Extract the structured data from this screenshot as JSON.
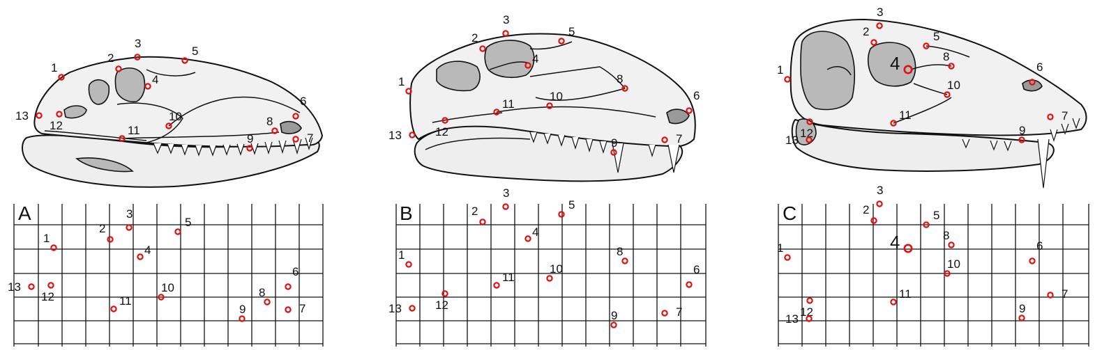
{
  "panels": [
    {
      "letter": "A",
      "landmarks": [
        {
          "label": "1",
          "skull": [
            88,
            111
          ],
          "grid": [
            77,
            356
          ]
        },
        {
          "label": "2",
          "skull": [
            170,
            99
          ],
          "grid": [
            158,
            344
          ]
        },
        {
          "label": "3",
          "skull": [
            197,
            82
          ],
          "grid": [
            185,
            327
          ]
        },
        {
          "label": "4",
          "skull": [
            212,
            124
          ],
          "grid": [
            201,
            369
          ]
        },
        {
          "label": "5",
          "skull": [
            265,
            87
          ],
          "grid": [
            255,
            333
          ]
        },
        {
          "label": "6",
          "skull": [
            424,
            167
          ],
          "grid": [
            413,
            412
          ]
        },
        {
          "label": "7",
          "skull": [
            424,
            200
          ],
          "grid": [
            413,
            445
          ]
        },
        {
          "label": "8",
          "skull": [
            394,
            188
          ],
          "grid": [
            383,
            434
          ]
        },
        {
          "label": "9",
          "skull": [
            358,
            213
          ],
          "grid": [
            347,
            458
          ]
        },
        {
          "label": "10",
          "skull": [
            242,
            181
          ],
          "grid": [
            231,
            427
          ]
        },
        {
          "label": "11",
          "skull": [
            175,
            199
          ],
          "grid": [
            163,
            444
          ]
        },
        {
          "label": "12",
          "skull": [
            85,
            164
          ],
          "grid": [
            73,
            410
          ]
        },
        {
          "label": "13",
          "skull": [
            56,
            166
          ],
          "grid": [
            45,
            412
          ]
        }
      ]
    },
    {
      "letter": "B",
      "landmarks": [
        {
          "label": "1",
          "skull": [
            586,
            131
          ],
          "grid": [
            586,
            380
          ]
        },
        {
          "label": "2",
          "skull": [
            692,
            70
          ],
          "grid": [
            692,
            319
          ]
        },
        {
          "label": "3",
          "skull": [
            725,
            48
          ],
          "grid": [
            725,
            297
          ]
        },
        {
          "label": "4",
          "skull": [
            757,
            94
          ],
          "grid": [
            757,
            343
          ]
        },
        {
          "label": "5",
          "skull": [
            805,
            59
          ],
          "grid": [
            805,
            308
          ]
        },
        {
          "label": "6",
          "skull": [
            988,
            159
          ],
          "grid": [
            988,
            409
          ]
        },
        {
          "label": "7",
          "skull": [
            953,
            201
          ],
          "grid": [
            953,
            450
          ]
        },
        {
          "label": "8",
          "skull": [
            896,
            127
          ],
          "grid": [
            896,
            375
          ]
        },
        {
          "label": "9",
          "skull": [
            880,
            219
          ],
          "grid": [
            880,
            467
          ]
        },
        {
          "label": "10",
          "skull": [
            788,
            152
          ],
          "grid": [
            788,
            400
          ]
        },
        {
          "label": "11",
          "skull": [
            712,
            161
          ],
          "grid": [
            712,
            410
          ]
        },
        {
          "label": "12",
          "skull": [
            638,
            173
          ],
          "grid": [
            638,
            422
          ]
        },
        {
          "label": "13",
          "skull": [
            591,
            194
          ],
          "grid": [
            591,
            443
          ]
        }
      ]
    },
    {
      "letter": "C",
      "landmarks": [
        {
          "label": "1",
          "skull": [
            1129,
            114
          ],
          "grid": [
            1129,
            370
          ]
        },
        {
          "label": "2",
          "skull": [
            1253,
            61
          ],
          "grid": [
            1253,
            317
          ]
        },
        {
          "label": "3",
          "skull": [
            1261,
            37
          ],
          "grid": [
            1261,
            293
          ]
        },
        {
          "label": "4",
          "skull": [
            1302,
            100
          ],
          "grid": [
            1302,
            357
          ]
        },
        {
          "label": "5",
          "skull": [
            1328,
            66
          ],
          "grid": [
            1328,
            323
          ]
        },
        {
          "label": "6",
          "skull": [
            1480,
            118
          ],
          "grid": [
            1480,
            375
          ]
        },
        {
          "label": "7",
          "skull": [
            1506,
            168
          ],
          "grid": [
            1506,
            424
          ]
        },
        {
          "label": "8",
          "skull": [
            1364,
            95
          ],
          "grid": [
            1364,
            352
          ]
        },
        {
          "label": "9",
          "skull": [
            1465,
            201
          ],
          "grid": [
            1465,
            457
          ]
        },
        {
          "label": "10",
          "skull": [
            1358,
            136
          ],
          "grid": [
            1358,
            393
          ]
        },
        {
          "label": "11",
          "skull": [
            1281,
            177
          ],
          "grid": [
            1281,
            434
          ]
        },
        {
          "label": "12",
          "skull": [
            1161,
            175
          ],
          "grid": [
            1161,
            432
          ]
        },
        {
          "label": "13",
          "skull": [
            1160,
            201
          ],
          "grid": [
            1160,
            458
          ]
        }
      ]
    }
  ]
}
